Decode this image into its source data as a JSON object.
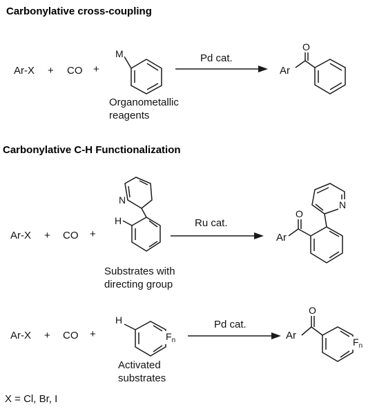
{
  "section1": {
    "title": "Carbonylative cross-coupling",
    "reactant1": "Ar-X",
    "plus1": "+",
    "reactant2": "CO",
    "plus2": "+",
    "metal_label": "M",
    "reagent_label": "Organometallic reagents",
    "catalyst": "Pd cat.",
    "product_ar": "Ar",
    "product_o": "O"
  },
  "section2": {
    "title": "Carbonylative C-H Functionalization",
    "reactant1": "Ar-X",
    "plus1": "+",
    "reactant2": "CO",
    "plus2": "+",
    "h_label": "H",
    "n_label": "N",
    "substrate_label": "Substrates with directing group",
    "catalyst": "Ru cat.",
    "product_ar": "Ar",
    "product_o": "O",
    "product_n": "N"
  },
  "section3": {
    "reactant1": "Ar-X",
    "plus1": "+",
    "reactant2": "CO",
    "plus2": "+",
    "h_label": "H",
    "f_label": "F",
    "f_sub": "n",
    "substrate_label": "Activated substrates",
    "catalyst": "Pd cat.",
    "product_ar": "Ar",
    "product_o": "O",
    "product_f": "F",
    "product_f_sub": "n"
  },
  "footnote": "X = Cl, Br, I"
}
